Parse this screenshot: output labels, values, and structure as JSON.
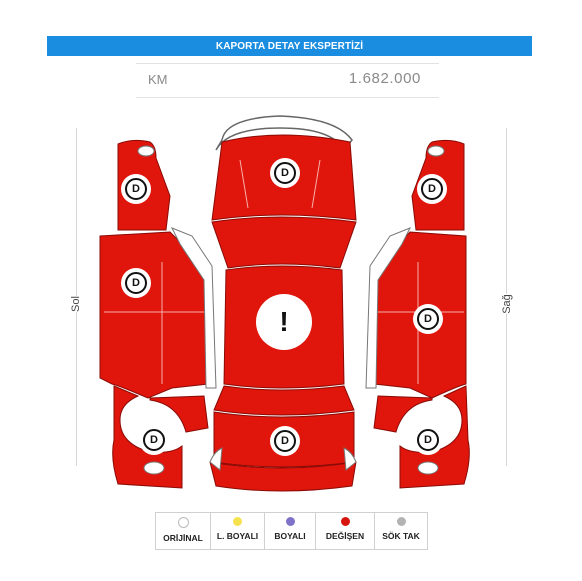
{
  "report": {
    "title": "KAPORTA DETAY EKSPERTİZİ",
    "km_label": "KM",
    "km_value": "1.682.000"
  },
  "sides": {
    "left_label": "Sol",
    "right_label": "Sağ"
  },
  "colors": {
    "header_bg": "#1a8de0",
    "panel_changed": "#e0150c",
    "original": "#ffffff",
    "locally_painted": "#f6e24e",
    "painted": "#7e72c8",
    "changed": "#d6150f",
    "removed": "#b3b3b3"
  },
  "panels": {
    "hood": "D",
    "roof": "!",
    "trunk": "D",
    "left_front_fender": "D",
    "left_doors": "D",
    "left_rear_fender": "D",
    "right_front_fender": "D",
    "right_doors": "D",
    "right_rear_fender": "D"
  },
  "legend": [
    {
      "label": "ORİJİNAL",
      "color": "#ffffff"
    },
    {
      "label": "L. BOYALI",
      "color": "#f6e24e"
    },
    {
      "label": "BOYALI",
      "color": "#7e72c8"
    },
    {
      "label": "DEĞİŞEN",
      "color": "#d6150f"
    },
    {
      "label": "SÖK TAK",
      "color": "#b3b3b3"
    }
  ]
}
